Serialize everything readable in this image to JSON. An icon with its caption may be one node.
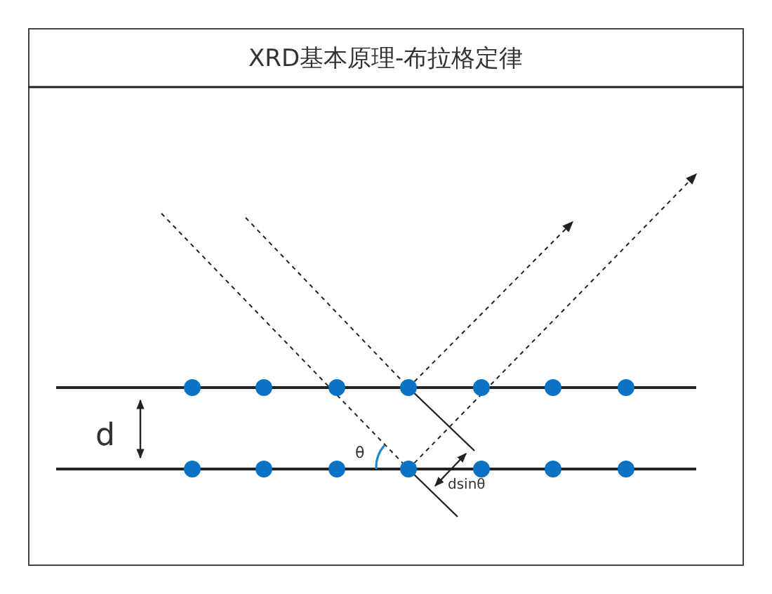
{
  "diagram": {
    "title": "XRD基本原理-布拉格定律",
    "labels": [
      "d",
      "θ",
      "dsinθ"
    ]
  }
}
